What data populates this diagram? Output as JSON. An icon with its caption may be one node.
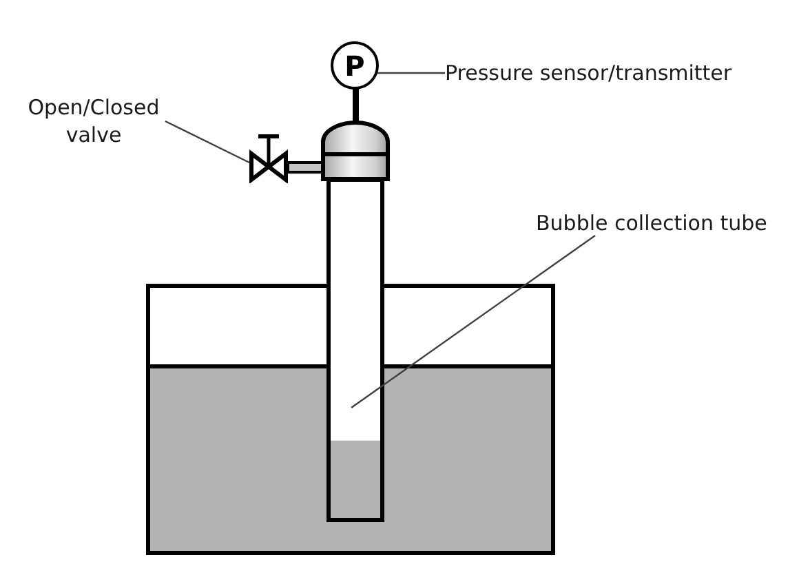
{
  "diagram": {
    "nodes": [
      {
        "text": [
          "P"
        ]
      },
      {
        "text": [
          "Pressure sensor/transmitter"
        ]
      },
      {
        "text": [
          "Open/Closed valve"
        ]
      },
      {
        "text": [],
        "shape": "picture"
      },
      {
        "text": [
          "Bubble collection tube"
        ]
      },
      {
        "text": [],
        "shape": "box"
      }
    ],
    "edges": [
      {
        "from": 1,
        "to": 0,
        "arrow": "none"
      },
      {
        "from": 2,
        "to": 3,
        "arrow": "none"
      },
      {
        "from": 4,
        "to": 5,
        "arrow": "none"
      }
    ]
  }
}
